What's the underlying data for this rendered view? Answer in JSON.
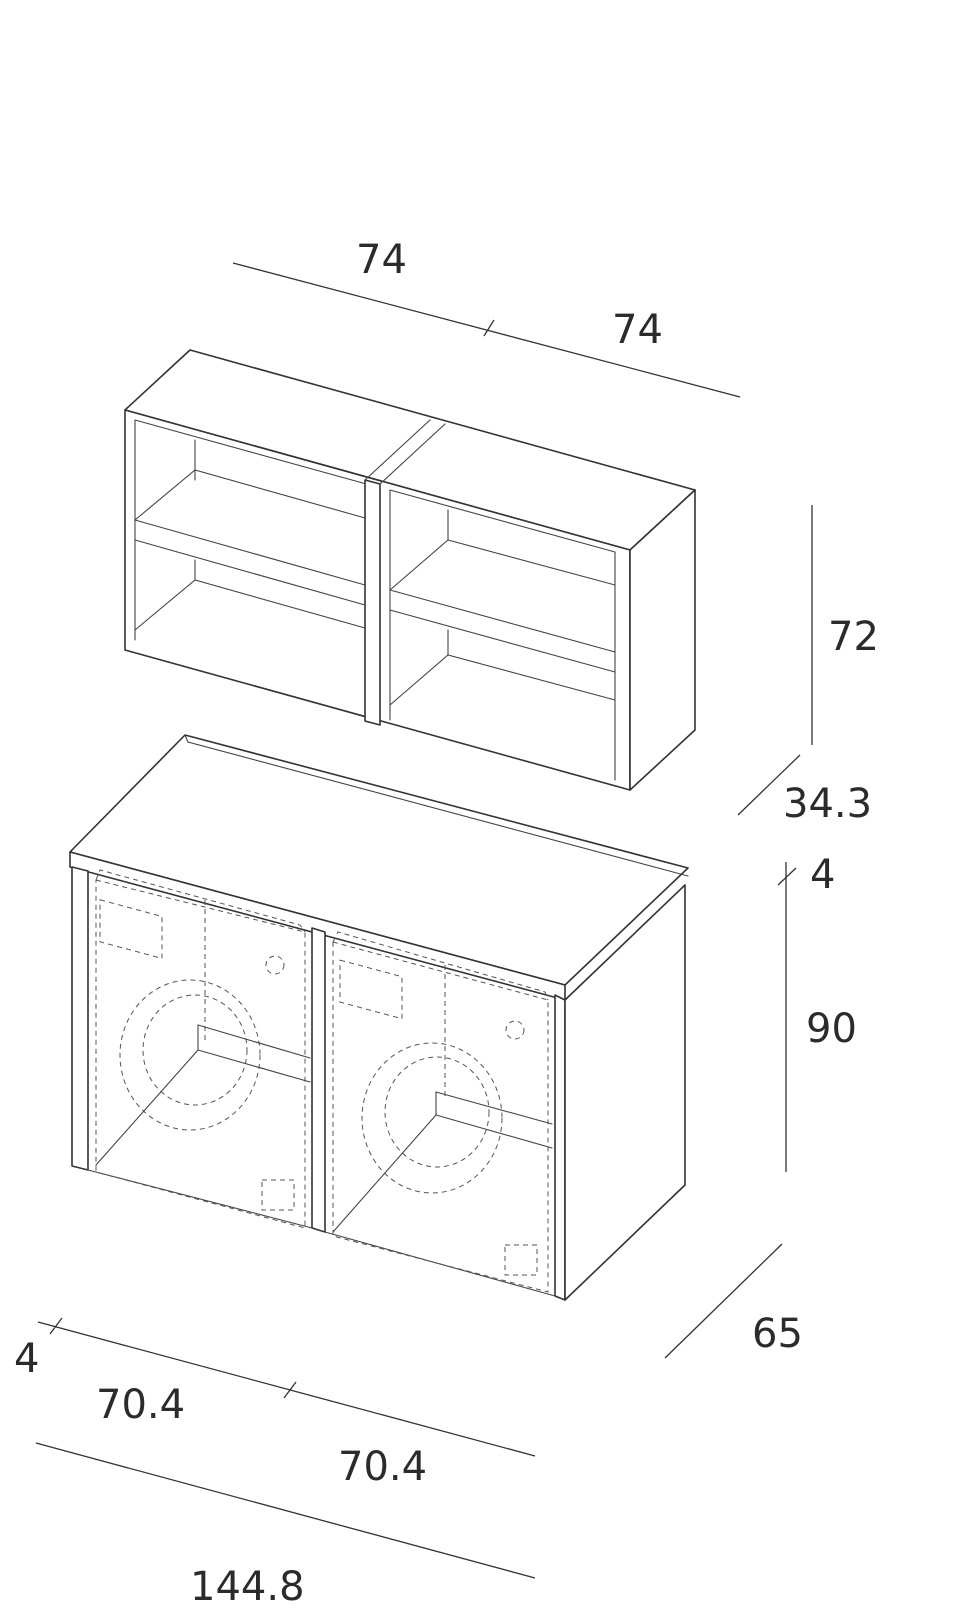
{
  "dimensions": {
    "wall_unit_left_width": "74",
    "wall_unit_right_width": "74",
    "wall_unit_height": "72",
    "wall_unit_depth": "34.3",
    "top_thickness": "4",
    "base_height": "90",
    "base_depth": "65",
    "side_panel_thickness": "4",
    "bay_left_width": "70.4",
    "bay_right_width": "70.4",
    "total_width": "144.8"
  }
}
